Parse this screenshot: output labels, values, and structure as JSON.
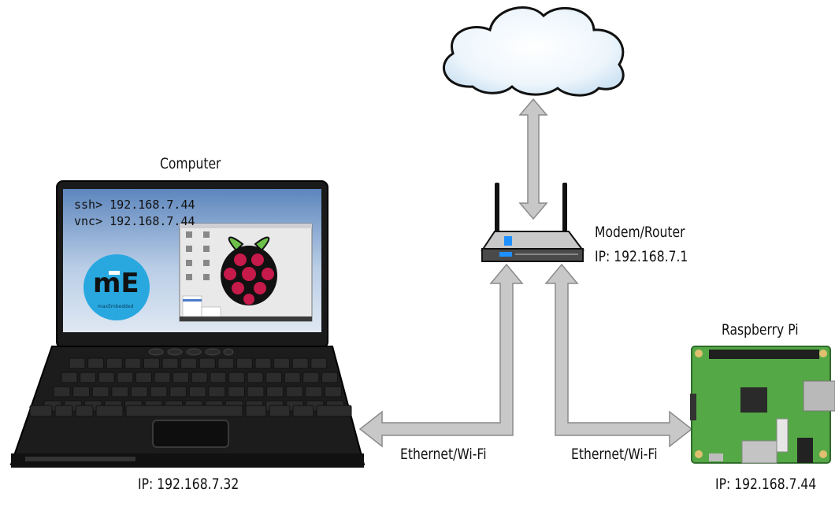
{
  "computer": {
    "title": "Computer",
    "ip": "IP: 192.168.7.32",
    "terminal": [
      "ssh> 192.168.7.44",
      "vnc> 192.168.7.44"
    ],
    "logo_text": "mE",
    "logo_caption": "maxEmbedded"
  },
  "router": {
    "title": "Modem/Router",
    "ip": "IP: 192.168.7.1"
  },
  "raspberry_pi": {
    "title": "Raspberry Pi",
    "ip": "IP: 192.168.7.44"
  },
  "links": {
    "left": "Ethernet/Wi-Fi",
    "right": "Ethernet/Wi-Fi"
  },
  "colors": {
    "arrow_fill": "#c8c8c8",
    "arrow_stroke": "#8a8a8a",
    "screen_sky": "#aec7e8",
    "logo_blue": "#29a8e0",
    "pcb_green": "#55a846",
    "router_blue": "#1e90ff"
  }
}
